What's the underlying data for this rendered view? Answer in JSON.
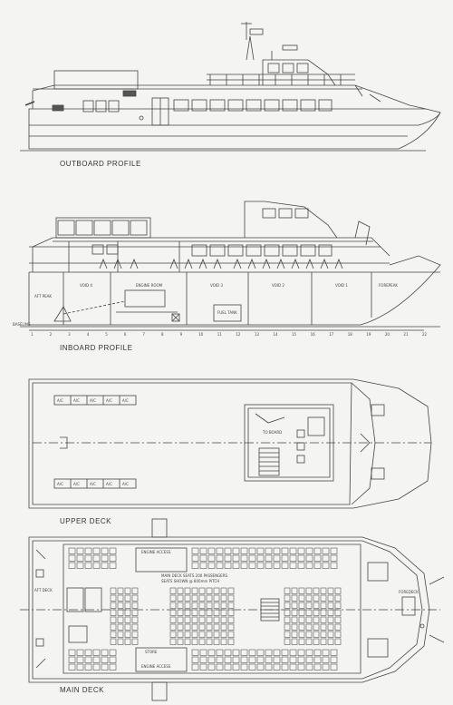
{
  "labels": {
    "outboard": "OUTBOARD PROFILE",
    "inboard": "INBOARD PROFILE",
    "upper": "UPPER DECK",
    "main": "MAIN DECK"
  },
  "inboard": {
    "compartments": [
      "AFT PEAK",
      "VOID 4",
      "ENGINE ROOM",
      "VOID 3",
      "VOID 2",
      "VOID 1",
      "FOREPEAK"
    ],
    "fuel_tank": "FUEL TANK",
    "baseline": "BASELINE",
    "frames": [
      "1",
      "2",
      "3",
      "4",
      "5",
      "6",
      "7",
      "8",
      "9",
      "10",
      "11",
      "12",
      "13",
      "14",
      "15",
      "16",
      "17",
      "18",
      "19",
      "20",
      "21",
      "22"
    ]
  },
  "upper": {
    "ac_units": [
      "A/C",
      "A/C",
      "A/C",
      "A/C",
      "A/C"
    ],
    "stair_label": "TO BOARD"
  },
  "main": {
    "seat_note_1": "MAIN DECK SEATS 200 PASSENGERS",
    "seat_note_2": "SEATS SHOWN @ 800mm PITCH",
    "access_top": "ENGINE ACCESS",
    "access_bottom": "ENGINE ACCESS",
    "aft_deck": "AFT DECK",
    "foredeck": "FOREDECK",
    "store": "STORE"
  }
}
